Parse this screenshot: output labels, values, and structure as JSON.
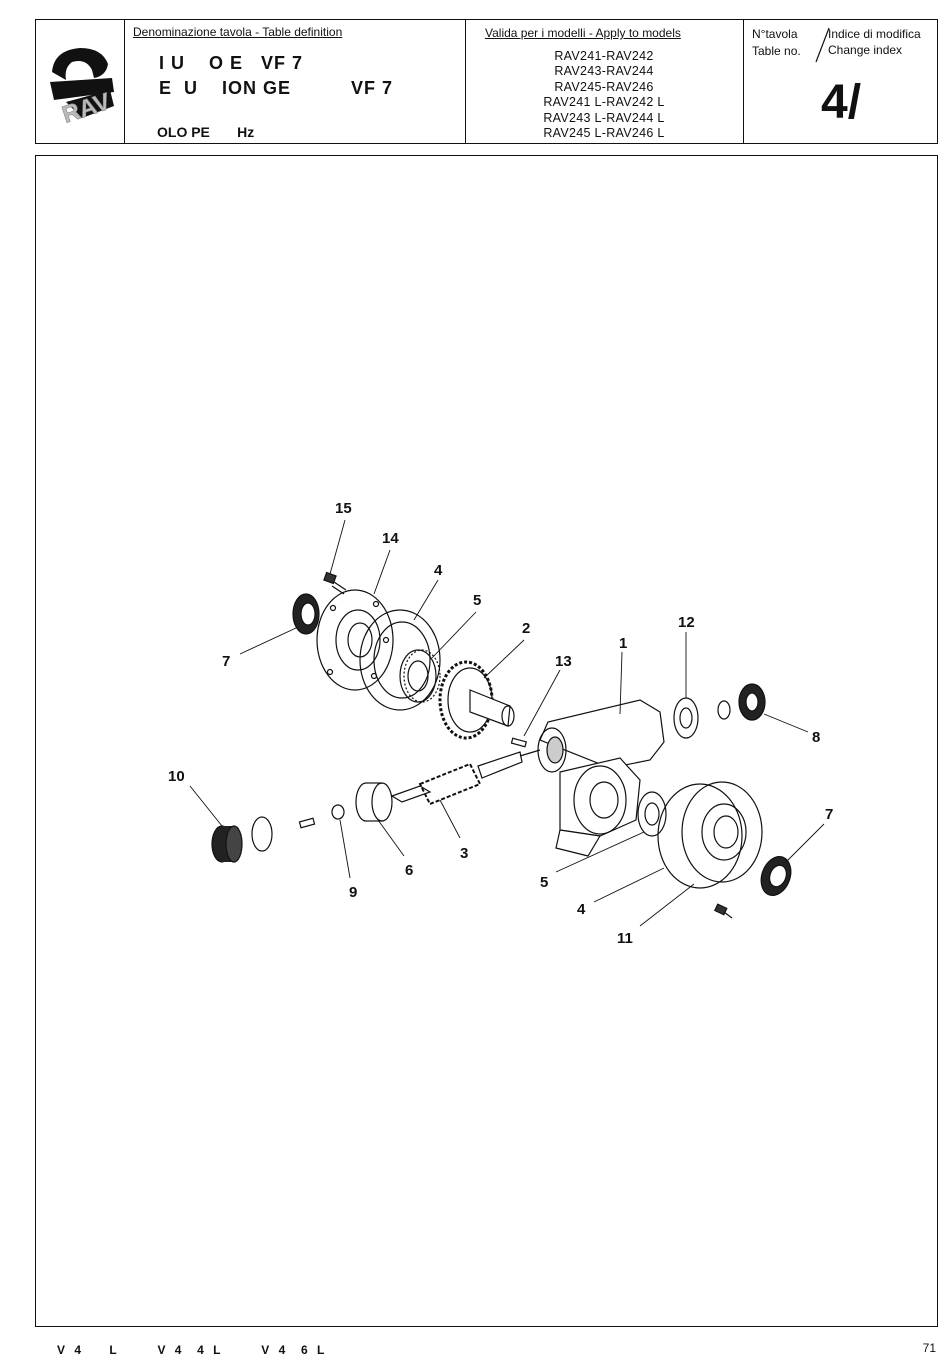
{
  "header": {
    "logo_text": "RAV",
    "definition_caption": "Denominazione tavola - Table definition",
    "title_line1": "I U    O E   VF 7",
    "title_line2": "E  U    ION GE          VF 7",
    "subtitle": "OLO PE       Hz",
    "models_caption": "Valida per i modelli - Apply to models",
    "models": [
      "RAV241-RAV242",
      "RAV243-RAV244",
      "RAV245-RAV246",
      "RAV241 L-RAV242 L",
      "RAV243 L-RAV244 L",
      "RAV245 L-RAV246 L"
    ],
    "table_no_label_it": "N°tavola",
    "table_no_label_en": "Table no.",
    "change_index_label_it": "Indice di modifica",
    "change_index_label_en": "Change index",
    "table_number": "4/"
  },
  "callouts": [
    "15",
    "14",
    "4",
    "5",
    "2",
    "13",
    "1",
    "12",
    "7",
    "8",
    "10",
    "9",
    "6",
    "3",
    "5",
    "4",
    "11",
    "7"
  ],
  "footer": {
    "models_text": "V 4    L      V 4  4 L      V 4  6 L",
    "page_number": "71"
  }
}
